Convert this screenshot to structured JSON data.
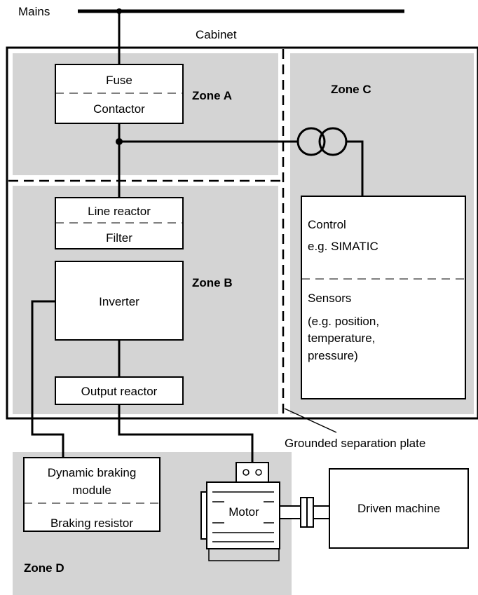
{
  "labels": {
    "mains": "Mains",
    "cabinet": "Cabinet",
    "zone_a": "Zone A",
    "zone_b": "Zone B",
    "zone_c": "Zone C",
    "zone_d": "Zone D",
    "fuse": "Fuse",
    "contactor": "Contactor",
    "line_reactor": "Line reactor",
    "filter": "Filter",
    "inverter": "Inverter",
    "output_reactor": "Output reactor",
    "control_line1": "Control",
    "control_line2": "e.g. SIMATIC",
    "sensors_line1": "Sensors",
    "sensors_line2": "(e.g. position,",
    "sensors_line3": "temperature,",
    "sensors_line4": "pressure)",
    "grounded_plate": "Grounded separation plate",
    "dbm_line1": "Dynamic braking",
    "dbm_line2": "module",
    "braking_resistor": "Braking resistor",
    "motor": "Motor",
    "driven_machine": "Driven machine"
  },
  "colors": {
    "zone_fill": "#d4d4d4",
    "line": "#000000",
    "box_fill": "#ffffff"
  }
}
